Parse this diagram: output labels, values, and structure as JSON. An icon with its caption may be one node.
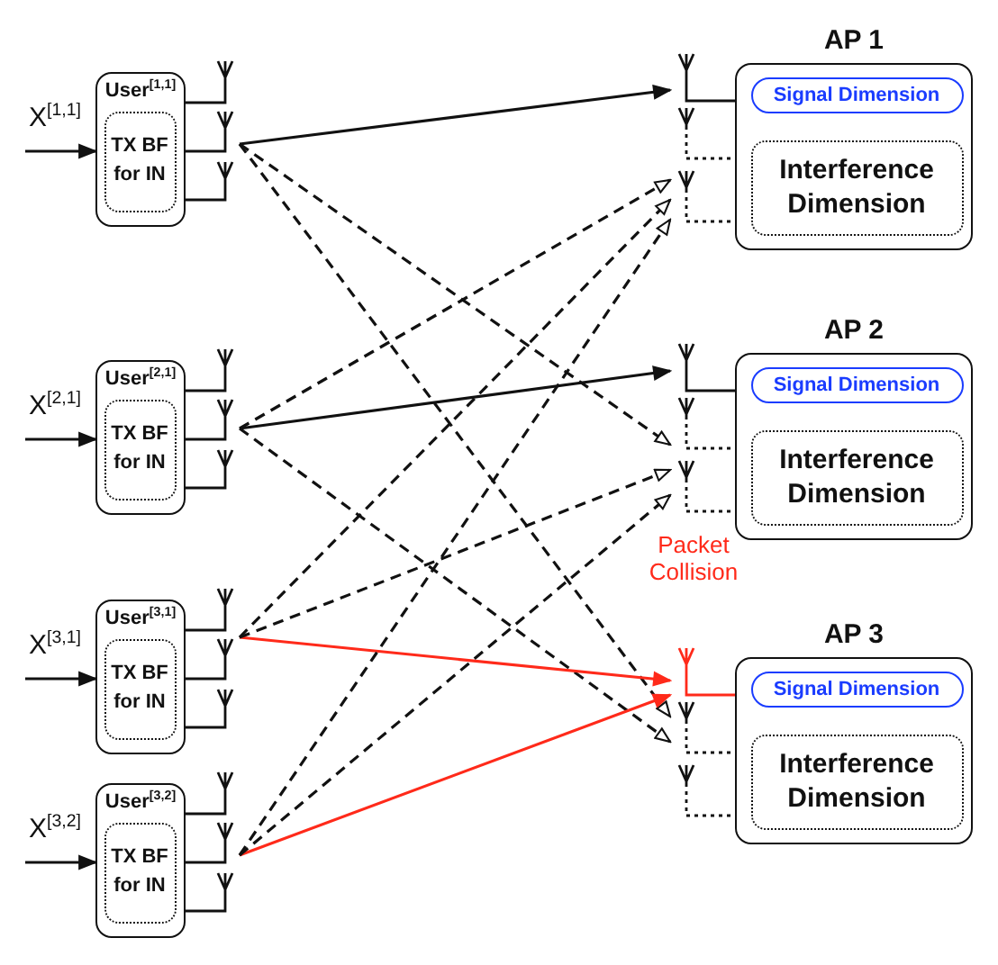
{
  "diagram": {
    "nodes": [
      {
        "text": [
          "User$^{[1,1]}$"
        ]
      },
      {
        "text": [
          "TX BF for IN"
        ],
        "in": 0
      },
      {
        "text": [],
        "shape": "antenna"
      },
      {
        "text": [
          "User$^{[2,1]}$"
        ]
      },
      {
        "text": [
          "TX BF for IN"
        ],
        "in": 3
      },
      {
        "text": [],
        "shape": "antenna"
      },
      {
        "text": [
          "User$^{[3,1]}$"
        ]
      },
      {
        "text": [
          "TX BF for IN"
        ],
        "in": 6
      },
      {
        "text": [],
        "shape": "antenna"
      },
      {
        "text": [
          "User$^{[3,2]}$"
        ]
      },
      {
        "text": [
          "TX BF for IN"
        ],
        "in": 9
      },
      {
        "text": [],
        "shape": "antenna"
      },
      {
        "text": [],
        "shape": "antenna"
      },
      {
        "text": [
          "AP 1"
        ]
      },
      {
        "text": [
          "Signal Dimension"
        ],
        "in": 13
      },
      {
        "text": [
          "Interference Dimension"
        ],
        "in": 13
      },
      {
        "text": [],
        "shape": "antenna"
      },
      {
        "text": [
          "AP 2"
        ]
      },
      {
        "text": [
          "Signal Dimension"
        ],
        "in": 17
      },
      {
        "text": [
          "Interference Dimension"
        ],
        "in": 17
      },
      {
        "text": [],
        "shape": "antenna"
      },
      {
        "text": [
          "AP 3"
        ]
      },
      {
        "text": [
          "Signal Dimension"
        ],
        "in": 21
      },
      {
        "text": [
          "Interference Dimension"
        ],
        "in": 21
      }
    ],
    "edges": [
      {
        "from": null,
        "to": 0,
        "arrow": "to",
        "label": "X$^{[1,1]}$"
      },
      {
        "from": null,
        "to": 3,
        "arrow": "to",
        "label": "X$^{[2,1]}$"
      },
      {
        "from": null,
        "to": 6,
        "arrow": "to",
        "label": "X$^{[3,1]}$"
      },
      {
        "from": null,
        "to": 9,
        "arrow": "to",
        "label": "X$^{[3,2]}$"
      },
      {
        "from": 0,
        "to": 2,
        "arrow": "none"
      },
      {
        "from": 3,
        "to": 5,
        "arrow": "none"
      },
      {
        "from": 6,
        "to": 8,
        "arrow": "none"
      },
      {
        "from": 9,
        "to": 11,
        "arrow": "none"
      },
      {
        "from": 12,
        "to": 13,
        "arrow": "none"
      },
      {
        "from": 12,
        "to": 13,
        "arrow": "none",
        "style": "dashed"
      },
      {
        "from": 16,
        "to": 17,
        "arrow": "none"
      },
      {
        "from": 16,
        "to": 17,
        "arrow": "none",
        "style": "dashed"
      },
      {
        "from": 20,
        "to": 21,
        "arrow": "none",
        "color": "#ff2a1a"
      },
      {
        "from": 20,
        "to": 21,
        "arrow": "none",
        "style": "dashed"
      },
      {
        "from": 2,
        "to": 12,
        "arrow": "to"
      },
      {
        "from": 2,
        "to": 16,
        "arrow": "to",
        "style": "dashed"
      },
      {
        "from": 2,
        "to": 20,
        "arrow": "to",
        "style": "dashed"
      },
      {
        "from": 5,
        "to": 16,
        "arrow": "to"
      },
      {
        "from": 5,
        "to": 12,
        "arrow": "to",
        "style": "dashed"
      },
      {
        "from": 5,
        "to": 20,
        "arrow": "to",
        "style": "dashed"
      },
      {
        "from": 8,
        "to": 20,
        "arrow": "to",
        "color": "#ff2a1a"
      },
      {
        "from": 8,
        "to": 12,
        "arrow": "to",
        "style": "dashed"
      },
      {
        "from": 8,
        "to": 16,
        "arrow": "to",
        "style": "dashed"
      },
      {
        "from": 11,
        "to": 20,
        "arrow": "to",
        "color": "#ff2a1a"
      },
      {
        "from": 11,
        "to": 12,
        "arrow": "to",
        "style": "dashed"
      },
      {
        "from": 11,
        "to": 16,
        "arrow": "to",
        "style": "dashed"
      }
    ],
    "labels": [
      "Packet Collision"
    ]
  }
}
